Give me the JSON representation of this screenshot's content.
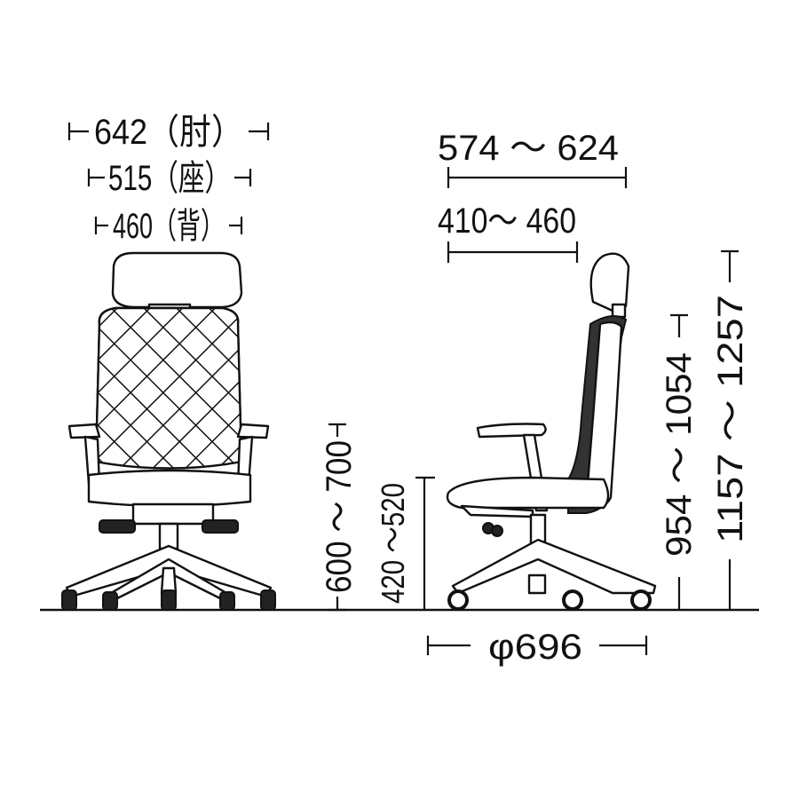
{
  "front_view": {
    "arm_width": "642（肘）",
    "seat_width": "515（座）",
    "back_width": "460（背）",
    "arm_height": "600 ～ 700"
  },
  "side_view": {
    "overall_depth": "574 ～ 624",
    "seat_depth": "410～ 460",
    "seat_height": "420 ～520",
    "back_height": "954 ～ 1054",
    "headrest_height": "1157 ～ 1257",
    "base_diameter": "φ696"
  },
  "colors": {
    "line": "#111111",
    "background": "#ffffff"
  }
}
